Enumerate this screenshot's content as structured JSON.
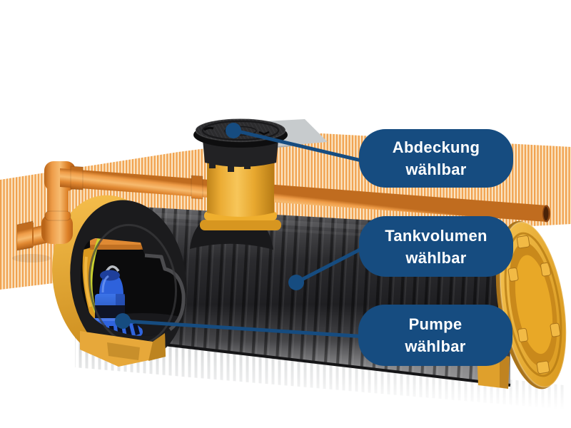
{
  "callouts": [
    {
      "name": "abdeckung",
      "line1": "Abdeckung",
      "line2": "wählbar"
    },
    {
      "name": "tankvolumen",
      "line1": "Tankvolumen",
      "line2": "wählbar"
    },
    {
      "name": "pumpe",
      "line1": "Pumpe",
      "line2": "wählbar"
    }
  ],
  "colors": {
    "callout_bg": "#164c80",
    "callout_text": "#ffffff",
    "leader_line": "#164c80",
    "pipe_orange": "#ED9440",
    "corrugated_stripe": "#F1A14E",
    "component_yellow": "#EFAF2E",
    "tank_black": "#1C1C1E",
    "pump_blue": "#2E62DC",
    "cable_yellow_green": "#CBD32E"
  }
}
